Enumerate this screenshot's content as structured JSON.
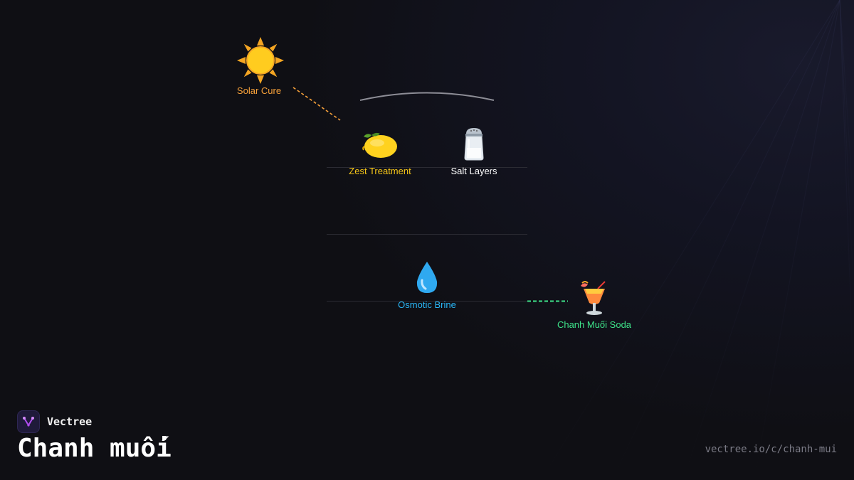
{
  "diagram": {
    "nodes": [
      {
        "id": "solar",
        "label": "Solar Cure",
        "icon": "sun-icon",
        "color": "#f7a13a"
      },
      {
        "id": "zest",
        "label": "Zest Treatment",
        "icon": "lemon-icon",
        "color": "#f5c518"
      },
      {
        "id": "salt",
        "label": "Salt Layers",
        "icon": "salt-shaker-icon",
        "color": "#ffffff"
      },
      {
        "id": "brine",
        "label": "Osmotic Brine",
        "icon": "water-drop-icon",
        "color": "#29b6f6"
      },
      {
        "id": "soda",
        "label": "Chanh Muối Soda",
        "icon": "tropical-drink-icon",
        "color": "#3ee48a"
      }
    ],
    "edges": [
      {
        "from": "solar",
        "to": "zest",
        "style": "dashed",
        "color": "#f7a13a"
      },
      {
        "from": "brine",
        "to": "soda",
        "style": "dashed",
        "color": "#3ee48a"
      }
    ]
  },
  "brand": {
    "name": "Vectree",
    "logo_icon": "vectree-logo-icon"
  },
  "page": {
    "title": "Chanh muối",
    "url": "vectree.io/c/chanh-mui"
  }
}
